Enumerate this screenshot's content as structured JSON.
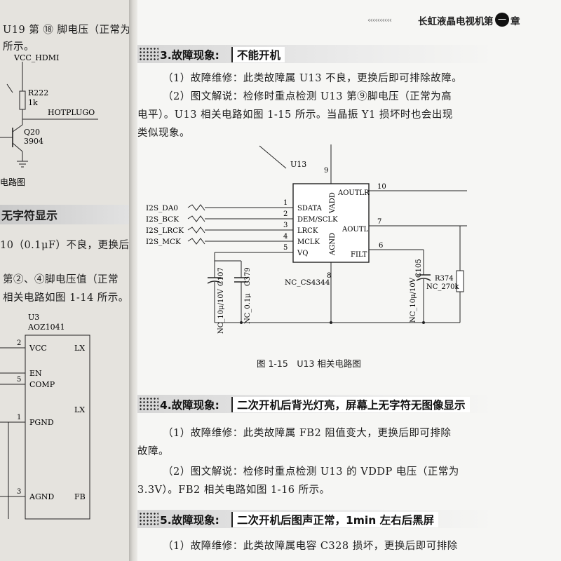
{
  "header": {
    "arrows": "‹‹‹‹‹‹‹‹‹‹",
    "book_title": "长虹液晶电视机",
    "chapter_prefix": "第",
    "chapter_number": "一",
    "chapter_suffix": "章"
  },
  "left_page": {
    "line1": "U19 第 ⑱ 脚电压（正常为",
    "line2": "所示。",
    "circuit_top": {
      "vcc": "VCC_HDMI",
      "resistor": "R222",
      "resistor_value": "1k",
      "net": "HOTPLUGO",
      "transistor": "Q20",
      "transistor_model": "3904",
      "caption_fragment": "电路图"
    },
    "heading_fragment": "无字符显示",
    "para_line1": "10（0.1μF）不良，更换后",
    "para_line2": "第②、④脚电压值（正常",
    "para_line3": "相关电路如图 1-14 所示。",
    "circuit_bottom": {
      "ref": "U3",
      "model": "AOZ1041",
      "pins": [
        {
          "num": "2",
          "name": "VCC"
        },
        {
          "num": "",
          "name": "EN"
        },
        {
          "num": "5",
          "name": "COMP"
        },
        {
          "num": "1",
          "name": "PGND"
        },
        {
          "num": "3",
          "name": "AGND"
        }
      ],
      "right_pins": [
        "LX",
        "LX",
        "FB"
      ]
    }
  },
  "sections": [
    {
      "number": "3.故障现象:",
      "title": "不能开机",
      "p1": "（1）故障维修：此类故障属 U13 不良，更换后即可排除故障。",
      "p2_line1": "（2）图文解说：检修时重点检测 U13 第⑨脚电压（正常为高",
      "p2_line2": "电平）。U13 相关电路如图 1-15 所示。当晶振 Y1 损坏时也会出现",
      "p2_line3": "类似现象。"
    },
    {
      "number": "4.故障现象:",
      "title": "二次开机后背光灯亮，屏幕上无字符无图像显示",
      "p1_line1": "（1）故障维修：此类故障属 FB2 阻值变大，更换后即可排除",
      "p1_line2": "故障。",
      "p2_line1": "（2）图文解说：检修时重点检测 U13 的 VDDP 电压（正常为",
      "p2_line2": "3.3V）。FB2 相关电路如图 1-16 所示。"
    },
    {
      "number": "5.故障现象:",
      "title": "二次开机后图声正常，1min 左右后黑屏",
      "p1": "（1）故障维修：此类故障属电容 C328 损坏，更换后即可排除"
    }
  ],
  "figure_1_15": {
    "caption": "图 1-15　U13 相关电路图",
    "ic_label": "U13",
    "part_number": "NC_CS4344",
    "top_pin": "9",
    "bottom_pin": "8",
    "left_signals": [
      {
        "net": "I2S_DA0",
        "pin": "1",
        "name": "SDATA"
      },
      {
        "net": "I2S_BCK",
        "pin": "2",
        "name": "DEM/SCLK"
      },
      {
        "net": "I2S_LRCK",
        "pin": "3",
        "name": "LRCK"
      },
      {
        "net": "I2S_MCK",
        "pin": "4",
        "name": "MCLK"
      },
      {
        "net": "",
        "pin": "5",
        "name": "VQ"
      }
    ],
    "right_pins": [
      {
        "pin": "10",
        "name": "AOUTLR"
      },
      {
        "pin": "7",
        "name": "AOUTL"
      },
      {
        "pin": "6",
        "name": "FILT"
      }
    ],
    "vertical_pins": [
      "VADD",
      "AGND"
    ],
    "caps": [
      {
        "ref": "C107",
        "value": "NC_10μ/10V"
      },
      {
        "ref": "C379",
        "value": "NC_0.1μ"
      },
      {
        "ref": "C105",
        "value": "NC_10μ/10V"
      }
    ],
    "resistor": {
      "ref": "R374",
      "value": "NC_270k"
    }
  }
}
